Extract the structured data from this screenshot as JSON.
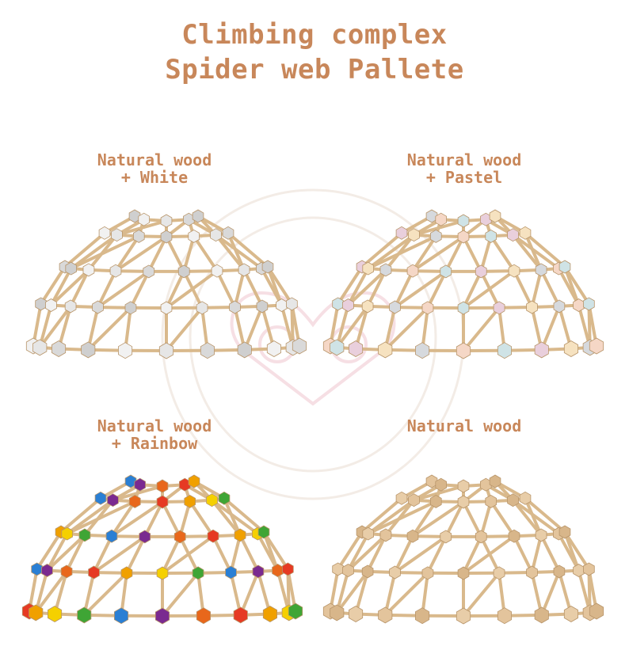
{
  "title": {
    "line1": "Climbing complex",
    "line2": "Spider web Pallete"
  },
  "variants": [
    {
      "id": "white",
      "label_line1": "Natural wood",
      "label_line2": "+ White",
      "connector_colors": [
        "#f1f1f1",
        "#e6e6e6",
        "#d9d9d9",
        "#cfcfcf"
      ]
    },
    {
      "id": "pastel",
      "label_line1": "Natural wood",
      "label_line2": "+ Pastel",
      "connector_colors": [
        "#f5d7c6",
        "#cfe3e6",
        "#e9cfdc",
        "#f6e2c0",
        "#d6d9dd"
      ]
    },
    {
      "id": "rainbow",
      "label_line1": "Natural wood",
      "label_line2": "+ Rainbow",
      "connector_colors": [
        "#e63a23",
        "#f0a000",
        "#f5d000",
        "#3fa535",
        "#2a7fd4",
        "#7a2a90",
        "#e8671b"
      ]
    },
    {
      "id": "natural",
      "label_line1": "Natural wood",
      "label_line2": "",
      "connector_colors": [
        "#e3c49c",
        "#d8b68a",
        "#e8cda8"
      ]
    }
  ],
  "colors": {
    "heading": "#c8875a",
    "wood": "#d9b98c",
    "wood_dark": "#b8956a"
  },
  "icons": {
    "watermark": "heart-face-watermark-icon"
  }
}
